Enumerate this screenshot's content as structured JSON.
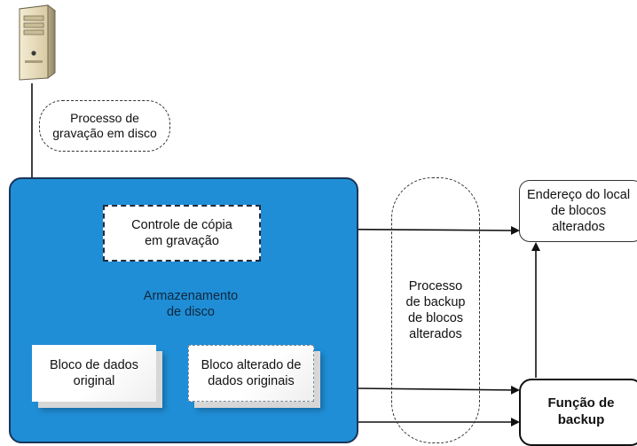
{
  "labels": {
    "write_process": "Processo de\ngravação em disco",
    "copy_control": "Controle de cópia\nem gravação",
    "storage": "Armazenamento\nde disco",
    "original_block": "Bloco de dados\noriginal",
    "altered_block": "Bloco alterado de\ndados originais",
    "backup_process": "Processo\nde backup\nde blocos\nalterados",
    "address": "Endereço do local\nde blocos\nalterados",
    "backup_function": "Função de\nbackup"
  },
  "colors": {
    "storage_fill": "#1f8ed6",
    "storage_border": "#1a3558",
    "line": "#111111"
  },
  "icons": {
    "server": "server-tower-icon"
  }
}
